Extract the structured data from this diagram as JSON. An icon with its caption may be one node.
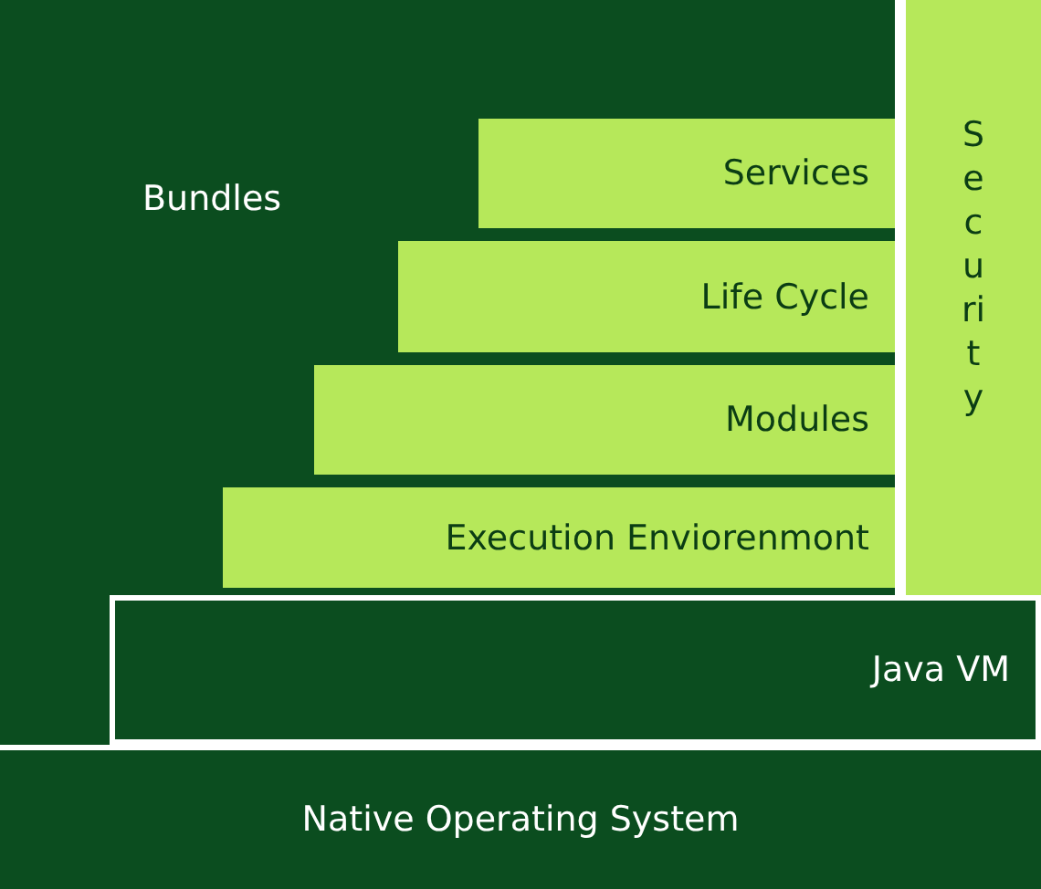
{
  "diagram": {
    "nodes": [
      {
        "text": [
          "Bundles"
        ]
      },
      {
        "text": [
          "Services"
        ],
        "in": 0
      },
      {
        "text": [
          "Life Cycle"
        ],
        "in": 0
      },
      {
        "text": [
          "Modules"
        ],
        "in": 0
      },
      {
        "text": [
          "Execution Enviorenmont"
        ],
        "in": 0
      },
      {
        "text": [
          "Security"
        ]
      },
      {
        "text": [
          "Java VM"
        ]
      },
      {
        "text": [
          "Native Operating System"
        ]
      }
    ]
  }
}
